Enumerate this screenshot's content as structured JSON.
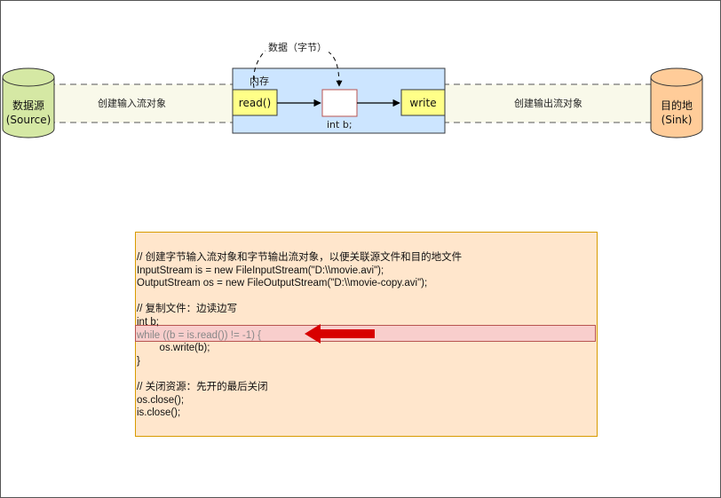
{
  "source": {
    "line1": "数据源",
    "line2": "(Source)",
    "color": "#d5e8a4"
  },
  "sink": {
    "line1": "目的地",
    "line2": "(Sink)",
    "color": "#ffcc99"
  },
  "input_stream_label": "创建输入流对象",
  "output_stream_label": "创建输出流对象",
  "memory": {
    "title": "内存",
    "var_label": "int b;",
    "fill": "#cce5ff"
  },
  "read_box": {
    "label": "read()",
    "fill": "#ffff88"
  },
  "write_box": {
    "label": "write",
    "fill": "#ffff88"
  },
  "data_bytes_label": "数据（字节）",
  "code": {
    "lines": [
      "// 创建字节输入流对象和字节输出流对象，以便关联源文件和目的地文件",
      "InputStream is = new FileInputStream(\"D:\\\\movie.avi\");",
      "OutputStream os = new FileOutputStream(\"D:\\\\movie-copy.avi\");",
      "",
      "// 复制文件：边读边写",
      "int b;",
      "while ((b = is.read()) != -1) {",
      "        os.write(b);",
      "}",
      "",
      "// 关闭资源：先开的最后关闭",
      "os.close();",
      "is.close();"
    ],
    "highlight_line": 6
  },
  "colors": {
    "arrow_red": "#d80000",
    "code_bg": "#ffe6cc",
    "highlight_bg": "#f8cecc"
  }
}
